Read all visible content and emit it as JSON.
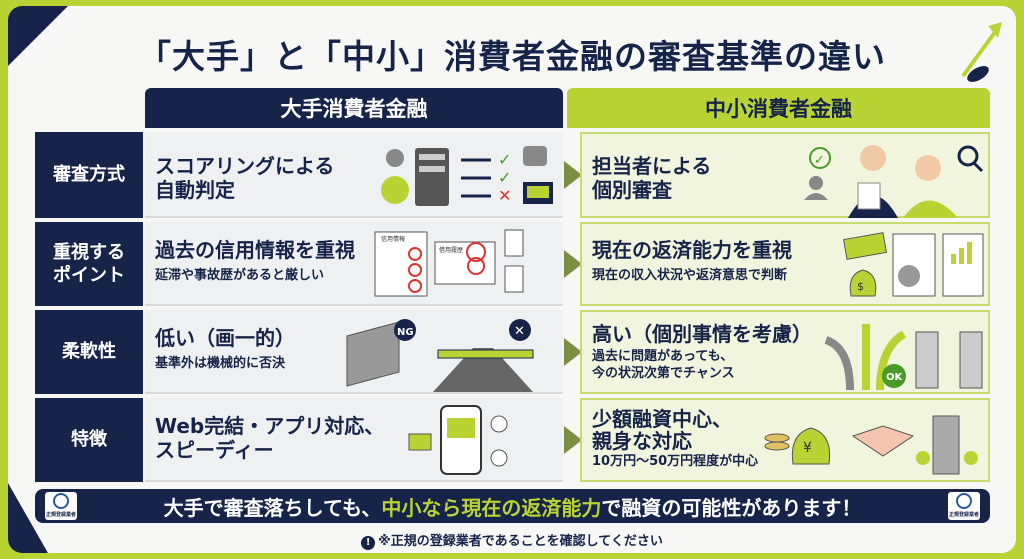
{
  "title": "「大手」と「中小」消費者金融の審査基準の違い",
  "headers": {
    "major": "大手消費者金融",
    "small": "中小消費者金融"
  },
  "rows": [
    {
      "label": "審査方式",
      "major_main": "スコアリングによる\n自動判定",
      "major_sub": "",
      "small_main": "担当者による\n個別審査",
      "small_sub": ""
    },
    {
      "label": "重視する\nポイント",
      "major_main": "過去の信用情報を重視",
      "major_sub": "延滞や事故歴があると厳しい",
      "small_main": "現在の返済能力を重視",
      "small_sub": "現在の収入状況や返済意思で判断"
    },
    {
      "label": "柔軟性",
      "major_main": "低い（画一的）",
      "major_sub": "基準外は機械的に否決",
      "small_main": "高い（個別事情を考慮）",
      "small_sub": "過去に問題があっても、\n今の状況次第でチャンス"
    },
    {
      "label": "特徴",
      "major_main": "Web完結・アプリ対応、\nスピーディー",
      "major_sub": "",
      "small_main": "少額融資中心、\n親身な対応",
      "small_sub": "10万円〜50万円程度が中心"
    }
  ],
  "icon_labels": {
    "credit_doc": "信用情報",
    "history_doc": "借用履歴",
    "ng": "NG",
    "ok": "OK",
    "yen": "¥",
    "dollar": "$"
  },
  "banner": {
    "part1": "大手で審査落ちしても、",
    "highlight": "中小なら現在の返済能力",
    "part2": "で融資の可能性があります！",
    "badge": "正規登録業者"
  },
  "note": {
    "icon": "!",
    "text": "※正規の登録業者であることを確認してください"
  },
  "colors": {
    "navy": "#16244a",
    "green": "#b9d334",
    "light_green": "#f1f5dd"
  }
}
